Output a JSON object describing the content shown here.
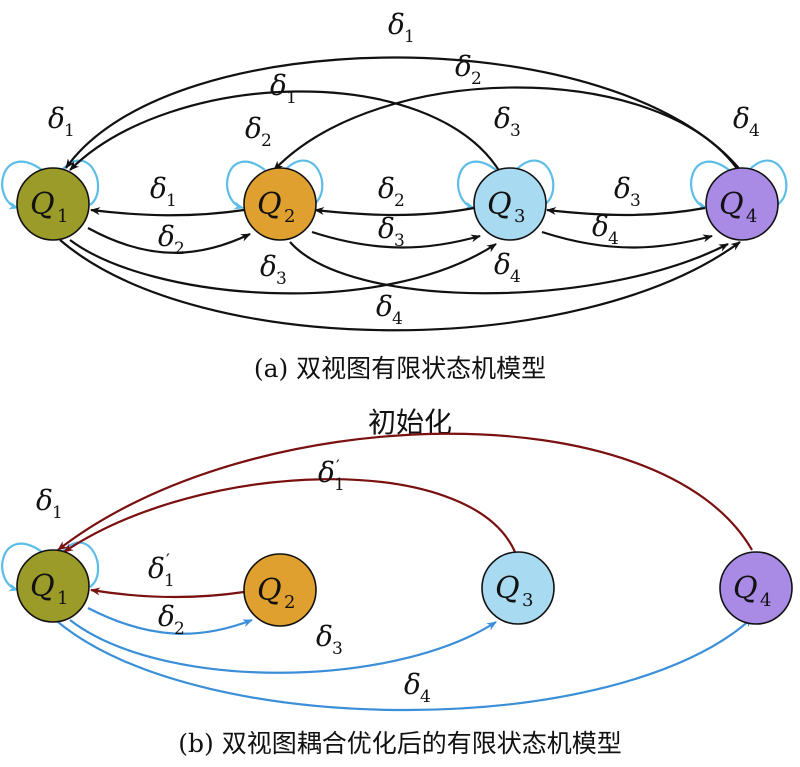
{
  "colors": {
    "q1": "#9b9b2a",
    "q2": "#e0a030",
    "q3": "#a8daf2",
    "q4": "#a98be6",
    "black_edge": "#111111",
    "red_edge": "#7a1010",
    "blue_edge": "#3a8fd8",
    "loop": "#5bbde8"
  },
  "nodes": {
    "q1": {
      "main": "Q",
      "sub": "1"
    },
    "q2": {
      "main": "Q",
      "sub": "2"
    },
    "q3": {
      "main": "Q",
      "sub": "3"
    },
    "q4": {
      "main": "Q",
      "sub": "4"
    }
  },
  "labels": {
    "d1": {
      "main": "δ",
      "sub": "1"
    },
    "d2": {
      "main": "δ",
      "sub": "2"
    },
    "d3": {
      "main": "δ",
      "sub": "3"
    },
    "d4": {
      "main": "δ",
      "sub": "4"
    },
    "d1p": {
      "main": "δ",
      "sub": "1",
      "prime": "′"
    }
  },
  "captions": {
    "a": "(a) 双视图有限状态机模型",
    "b": "(b) 双视图耦合优化后的有限状态机模型",
    "init": "初始化"
  }
}
